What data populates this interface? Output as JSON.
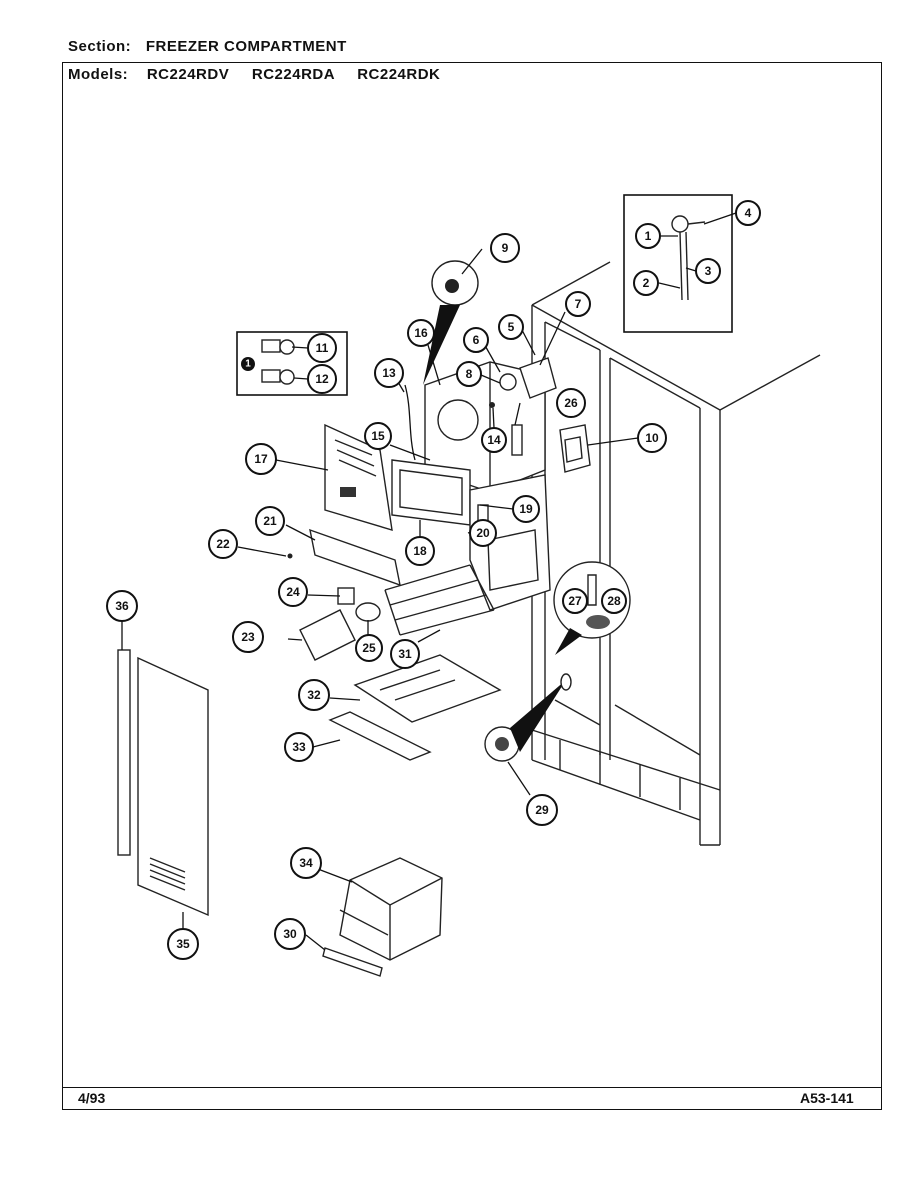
{
  "header": {
    "section_label": "Section:",
    "section_value": "FREEZER COMPARTMENT",
    "models_label": "Models:",
    "models": [
      "RC224RDV",
      "RC224RDA",
      "RC224RDK"
    ]
  },
  "footer": {
    "date": "4/93",
    "doc_id": "A53-141"
  },
  "callouts": [
    "1",
    "2",
    "3",
    "4",
    "5",
    "6",
    "7",
    "8",
    "9",
    "10",
    "11",
    "12",
    "13",
    "14",
    "15",
    "16",
    "17",
    "18",
    "19",
    "20",
    "21",
    "22",
    "23",
    "24",
    "25",
    "26",
    "27",
    "28",
    "29",
    "30",
    "31",
    "32",
    "33",
    "34",
    "35",
    "36"
  ],
  "inset_badge": "1"
}
